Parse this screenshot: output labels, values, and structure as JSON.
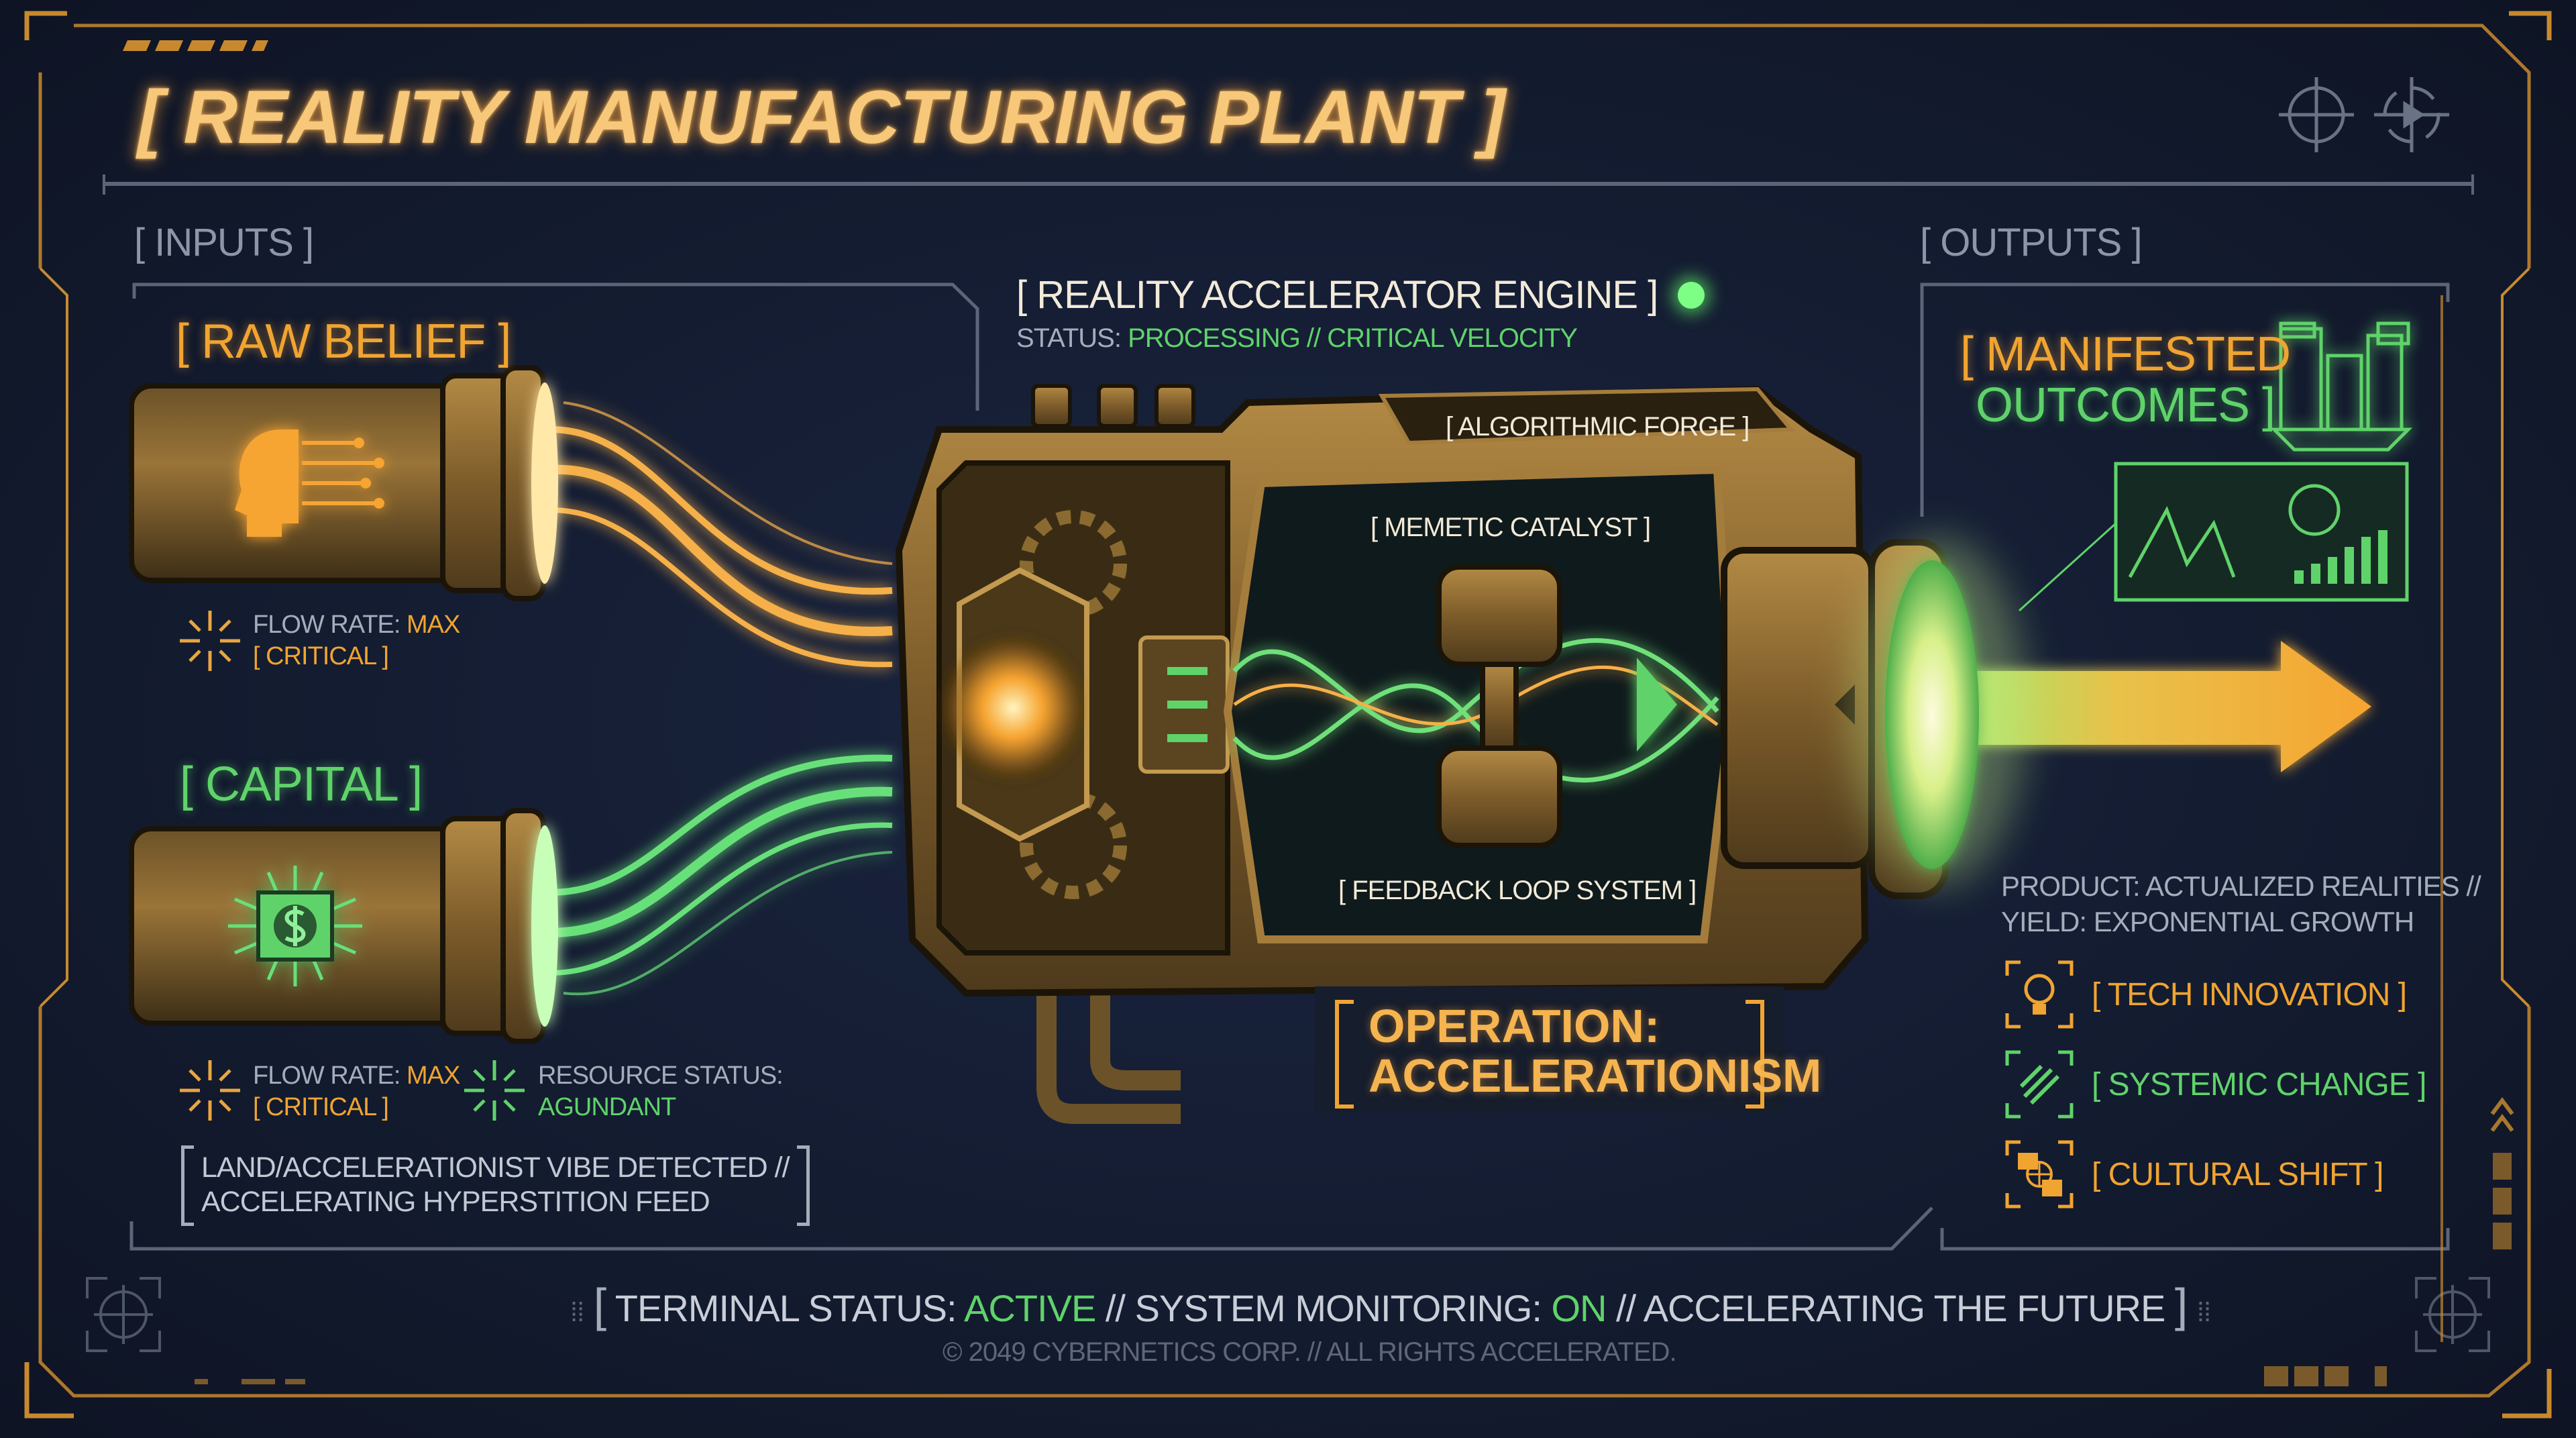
{
  "title": "[ REALITY MANUFACTURING PLANT ]",
  "inputs": {
    "label": "[ INPUTS ]",
    "raw_belief": {
      "title": "[ RAW BELIEF ]",
      "icon": "head-circuit-icon",
      "flow_label": "FLOW RATE:",
      "flow_value": "MAX",
      "flow_status": "[ CRITICAL ]"
    },
    "capital": {
      "title": "[ CAPITAL ]",
      "icon": "dollar-chip-icon",
      "flow_label": "FLOW RATE:",
      "flow_value": "MAX",
      "flow_status": "[ CRITICAL ]",
      "resource_label": "RESOURCE STATUS:",
      "resource_value": "AGUNDANT"
    },
    "vibe_note": {
      "line1": "LAND/ACCELERATIONIST VIBE DETECTED //",
      "line2": "ACCELERATING HYPERSTITION FEED"
    }
  },
  "engine": {
    "title": "[ REALITY ACCELERATOR ENGINE ]",
    "status_label": "STATUS:",
    "status_value": "PROCESSING // CRITICAL VELOCITY",
    "modules": {
      "forge": "[ ALGORITHMIC FORGE ]",
      "catalyst": "[ MEMETIC CATALYST ]",
      "feedback": "[ FEEDBACK LOOP SYSTEM ]"
    },
    "operation": {
      "line1": "OPERATION:",
      "line2": "ACCELERATIONISM"
    }
  },
  "outputs": {
    "label": "[ OUTPUTS ]",
    "title": {
      "line1": "[ MANIFESTED",
      "line2": "OUTCOMES ]"
    },
    "product": {
      "line1": "PRODUCT: ACTUALIZED REALITIES //",
      "line2": "YIELD: EXPONENTIAL GROWTH"
    },
    "items": [
      {
        "label": "[ TECH INNOVATION ]",
        "icon": "lightbulb-icon",
        "color": "#f0a431"
      },
      {
        "label": "[ SYSTEMIC CHANGE ]",
        "icon": "circuit-lines-icon",
        "color": "#5fd36a"
      },
      {
        "label": "[ CULTURAL SHIFT ]",
        "icon": "globe-icon",
        "color": "#f0a431"
      }
    ]
  },
  "footer": {
    "terminal_label": "TERMINAL STATUS:",
    "terminal_value": "ACTIVE",
    "sep1": "//",
    "monitoring_label": "SYSTEM MONITORING:",
    "monitoring_value": "ON",
    "sep2": "//",
    "tagline": "ACCELERATING THE FUTURE",
    "copyright": "© 2049 CYBERNETICS CORP. // ALL RIGHTS ACCELERATED."
  },
  "colors": {
    "background": "#131b2f",
    "orange": "#f0a431",
    "green": "#5fd36a",
    "frame": "#c8892e",
    "text_grey": "#a5adbb"
  }
}
